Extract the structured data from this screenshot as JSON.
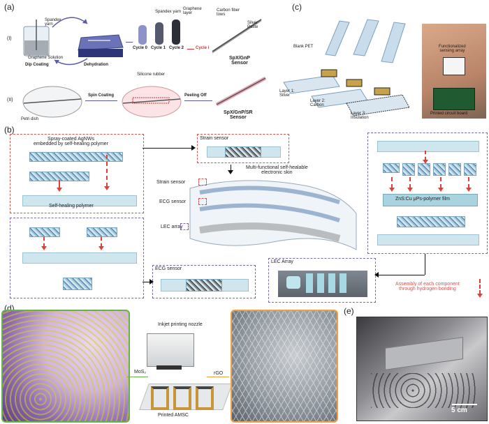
{
  "panels": {
    "a": {
      "letter": "(a)",
      "row_i": "(I)",
      "row_ii": "(II)",
      "spandex_yarn_1": "Spandex\nyarn",
      "graphene_solution": "Graphene Solution",
      "dip_coating": "Dip Coating",
      "dehydration": "Dehydration",
      "spandex_yarn_2": "Spandex yarn",
      "graphene_layer": "Graphene\nlayer",
      "cycle0": "Cycle 0",
      "cycle1": "Cycle 1",
      "cycle2": "Cycle 2",
      "cyclei": "Cycle i",
      "carbon_fiber_tows": "Carbon fiber\ntows",
      "silver_paste": "Silver\nPaste",
      "sensor1": "SpX/GnP\nSensor",
      "silicone_rubber": "Silicone rubber",
      "spin_coating": "Spin Coating",
      "peeling_off": "Peeling Off",
      "petri_dish": "Petri dish",
      "sensor2": "SpX/GnP/SR\nSensor"
    },
    "c": {
      "letter": "(c)",
      "blank_pet": "Blank PET",
      "layer1": "Layer 1:\nSilver",
      "layer2": "Layer 2:\nCarbon",
      "layer3": "Layer 3:\nInsulation",
      "functionalized": "Functionalized\nsensing array",
      "pcb": "Printed circuit board"
    },
    "b": {
      "letter": "(b)",
      "spray_coated": "Spray-coated AgNWs\nembedded by self-healing polymer",
      "self_healing_polymer": "Self-healing polymer",
      "strain_sensor_top": "Strain sensor",
      "multi_functional": "Multi-functional self-healable\nelectronic skin",
      "strain_sensor": "Strain sensor",
      "ecg_sensor": "ECG sensor",
      "lec_array": "LEC array",
      "ecg_sensor_bottom": "ECG sensor",
      "lec_array_bottom": "LEC Array",
      "zns_film": "ZnS:Cu μPs-polymer film",
      "assembly": "Assembly of each component\nthrough hydrogen bonding"
    },
    "d": {
      "letter": "(d)",
      "nozzle": "Inkjet printing nozzle",
      "mos2": "MoS₂",
      "rgo": "rGO",
      "printed_amsc": "Printed AMSC"
    },
    "e": {
      "letter": "(e)",
      "scale": "5 cm"
    }
  },
  "colors": {
    "red_dash": "#d9534f",
    "purple_dash": "#7b68b0",
    "film": "#cfe6ee",
    "green_frame": "#6ab04c",
    "orange_frame": "#f0a040"
  }
}
